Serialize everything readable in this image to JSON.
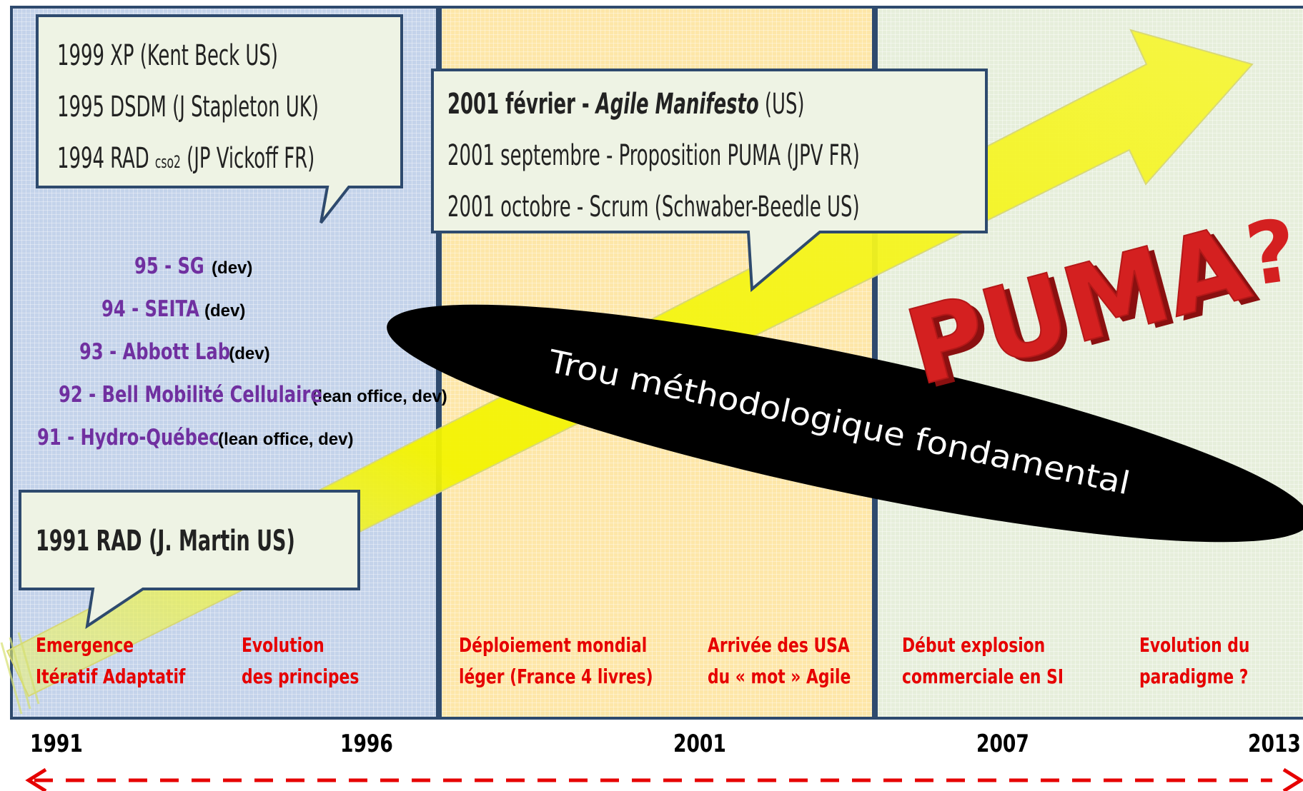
{
  "callouts": {
    "top_left": {
      "lines": [
        "1999 XP  (Kent Beck US)",
        "1995 DSDM (J Stapleton UK)"
      ],
      "line3_prefix": "1994 RAD ",
      "line3_small": "cso2",
      "line3_suffix": " (JP Vickoff FR)"
    },
    "manifesto": {
      "line1_bold": "2001  février  - ",
      "line1_italic": "Agile Manifesto",
      "line1_rest": "  (US)",
      "line2": "2001  septembre - Proposition PUMA (JPV FR)",
      "line3": "2001  octobre  - Scrum  (Schwaber-Beedle US)"
    },
    "rad": {
      "text": "1991 RAD (J. Martin US)"
    }
  },
  "adopters": [
    {
      "main": "95 - SG",
      "sub": " (dev)"
    },
    {
      "main": "94 - SEITA",
      "sub": " (dev)"
    },
    {
      "main": "93 - Abbott Lab",
      "sub": " (dev)"
    },
    {
      "main": "92 - Bell Mobilité Cellulaire",
      "sub": " (lean office, dev)"
    },
    {
      "main": "91 - Hydro-Québec",
      "sub": " (lean office, dev)"
    }
  ],
  "gap_label": "Trou méthodologique fondamental",
  "puma": {
    "word": "PUMA",
    "mark": "?"
  },
  "phases": [
    {
      "line1": "Emergence",
      "line2": "Itératif Adaptatif"
    },
    {
      "line1": "Evolution",
      "line2": "des principes"
    },
    {
      "line1": "Déploiement mondial",
      "line2": "léger (France 4 livres)"
    },
    {
      "line1": "Arrivée des USA",
      "line2": "du « mot » Agile"
    },
    {
      "line1": "Début explosion",
      "line2": "commerciale en SI"
    },
    {
      "line1": "Evolution du",
      "line2": "paradigme ?"
    }
  ],
  "years": [
    "1991",
    "1996",
    "2001",
    "2007",
    "2013"
  ],
  "colors": {
    "phase_text": "#e60000",
    "adopter_text": "#7030a0",
    "arrow": "#f0f000",
    "puma": "#d42020",
    "timeline": "#e60000",
    "panel_border": "#2e4a6e"
  }
}
